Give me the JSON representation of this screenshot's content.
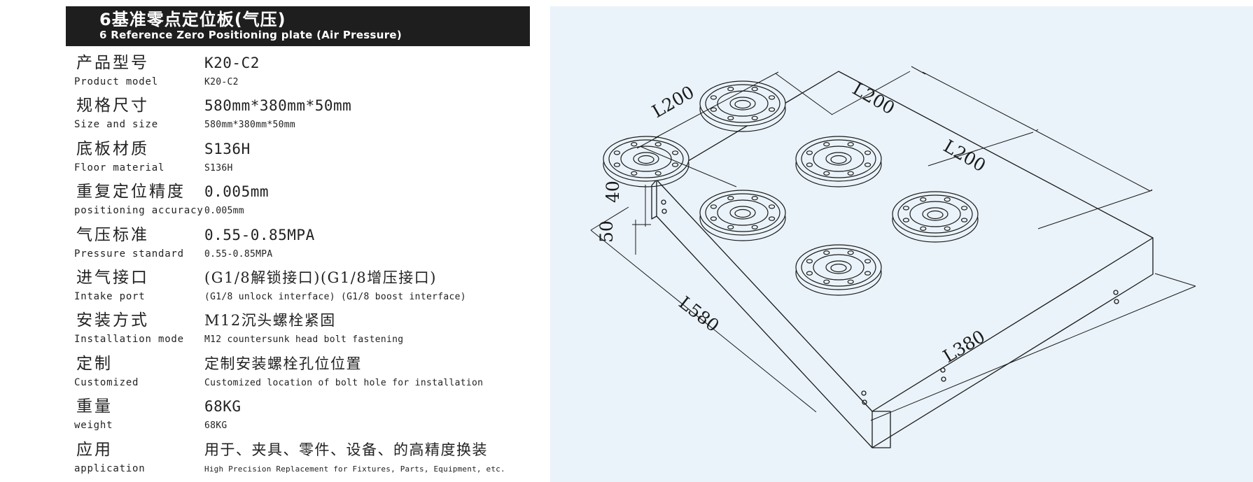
{
  "header": {
    "title_cn": "6基准零点定位板(气压)",
    "title_en": "6 Reference Zero Positioning plate (Air Pressure)"
  },
  "specs": [
    {
      "label_cn": "产品型号",
      "label_en": "Product model",
      "value": "K20-C2",
      "value_sub": "K20-C2"
    },
    {
      "label_cn": "规格尺寸",
      "label_en": "Size and size",
      "value": "580mm*380mm*50mm",
      "value_sub": "580mm*380mm*50mm"
    },
    {
      "label_cn": "底板材质",
      "label_en": "Floor material",
      "value": "S136H",
      "value_sub": "S136H"
    },
    {
      "label_cn": "重复定位精度",
      "label_en": "positioning accuracy",
      "value": "0.005mm",
      "value_sub": "0.005mm"
    },
    {
      "label_cn": "气压标准",
      "label_en": "Pressure standard",
      "value": "0.55-0.85MPA",
      "value_sub": "0.55-0.85MPA"
    },
    {
      "label_cn": "进气接口",
      "label_en": "Intake port",
      "value": "(G1/8解锁接口)(G1/8增压接口)",
      "value_sub": "(G1/8 unlock interface) (G1/8 boost interface)"
    },
    {
      "label_cn": "安装方式",
      "label_en": "Installation mode",
      "value": "M12沉头螺栓紧固",
      "value_sub": "M12 countersunk head bolt fastening"
    },
    {
      "label_cn": "定制",
      "label_en": "Customized",
      "value": "定制安装螺栓孔位位置",
      "value_sub": "Customized location of bolt hole for installation"
    },
    {
      "label_cn": "重量",
      "label_en": "weight",
      "value": "68KG",
      "value_sub": "68KG"
    },
    {
      "label_cn": "应用",
      "label_en": "application",
      "value": "用于、夹具、零件、设备、的高精度换装",
      "value_sub": "High Precision Replacement for Fixtures, Parts, Equipment, etc."
    }
  ],
  "drawing": {
    "dimensions": {
      "l200_a": "L200",
      "l200_b": "L200",
      "l200_c": "L200",
      "d40": "40",
      "d50": "50",
      "l580": "L580",
      "l380": "L380"
    },
    "line_color": "#1a1a1a",
    "background": "#eaf3f9"
  }
}
